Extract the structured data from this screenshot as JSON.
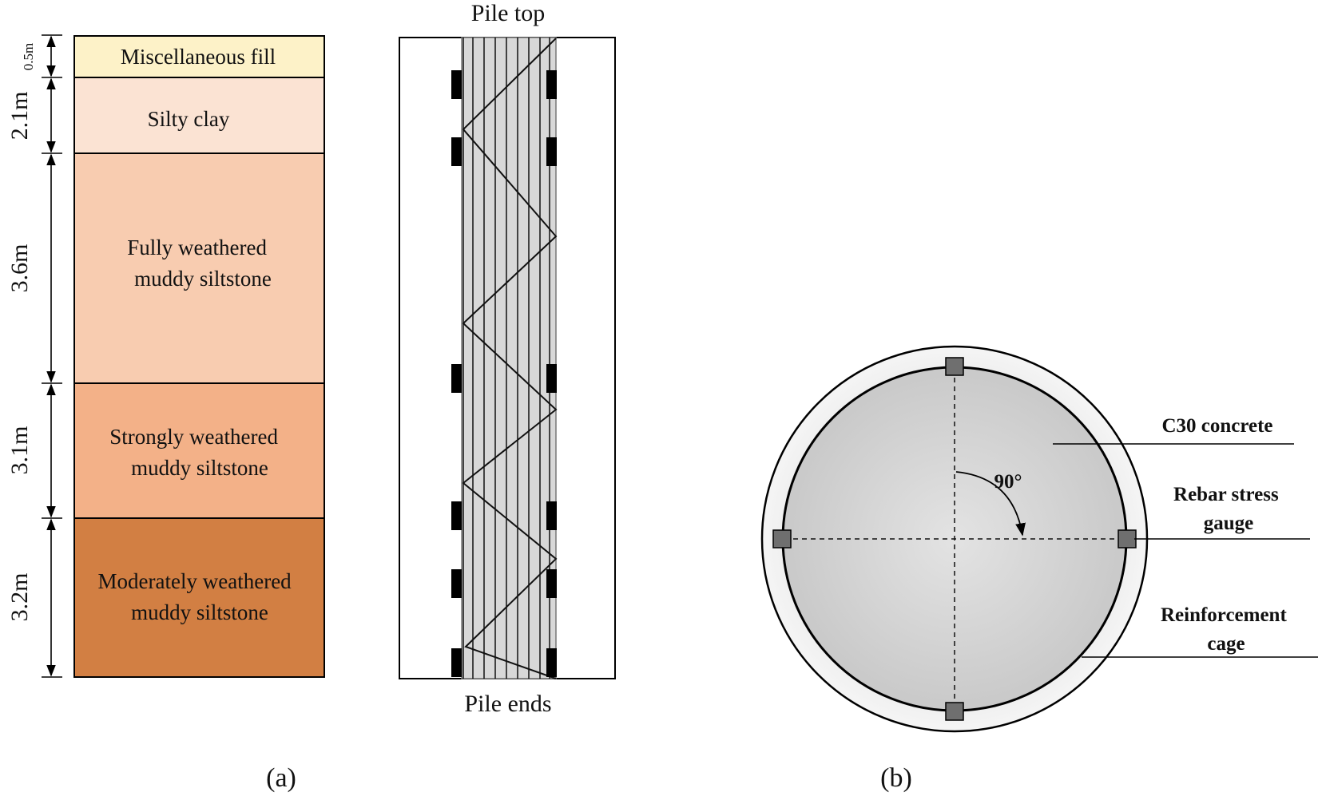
{
  "soil_profile": {
    "layers": [
      {
        "name_lines": [
          "Miscellaneous fill"
        ],
        "thickness_label": "0.5m",
        "color": "#fdf2c8"
      },
      {
        "name_lines": [
          "Silty clay"
        ],
        "thickness_label": "2.1m",
        "color": "#fbe3d3"
      },
      {
        "name_lines": [
          "Fully weathered",
          "muddy siltstone"
        ],
        "thickness_label": "3.6m",
        "color": "#f8ccb0"
      },
      {
        "name_lines": [
          "Strongly weathered",
          "muddy siltstone"
        ],
        "thickness_label": "3.1m",
        "color": "#f3b188"
      },
      {
        "name_lines": [
          "Moderately weathered",
          "muddy siltstone"
        ],
        "thickness_label": "3.2m",
        "color": "#d27f43"
      }
    ]
  },
  "pile": {
    "top_label": "Pile top",
    "end_label": "Pile ends"
  },
  "cross_section": {
    "angle_label": "90°",
    "callouts": {
      "concrete": [
        "C30 concrete"
      ],
      "gauge": [
        "Rebar stress",
        "gauge"
      ],
      "cage": [
        "Reinforcement",
        "cage"
      ]
    }
  },
  "captions": {
    "a": "(a)",
    "b": "(b)"
  }
}
